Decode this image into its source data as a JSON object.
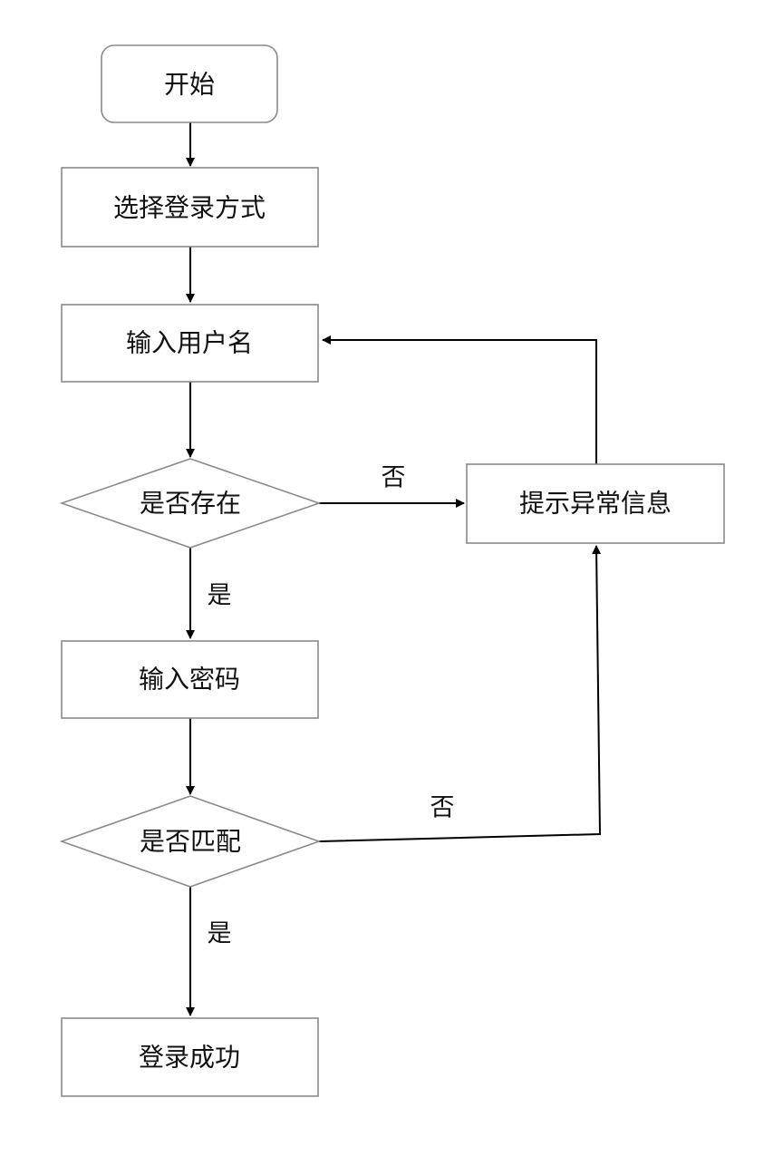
{
  "diagram": {
    "nodes": {
      "start": "开始",
      "choose_login": "选择登录方式",
      "input_username": "输入用户名",
      "exists_check": "是否存在",
      "show_error": "提示异常信息",
      "input_password": "输入密码",
      "match_check": "是否匹配",
      "login_success": "登录成功"
    },
    "edge_labels": {
      "exists_no": "否",
      "exists_yes": "是",
      "match_no": "否",
      "match_yes": "是"
    }
  }
}
